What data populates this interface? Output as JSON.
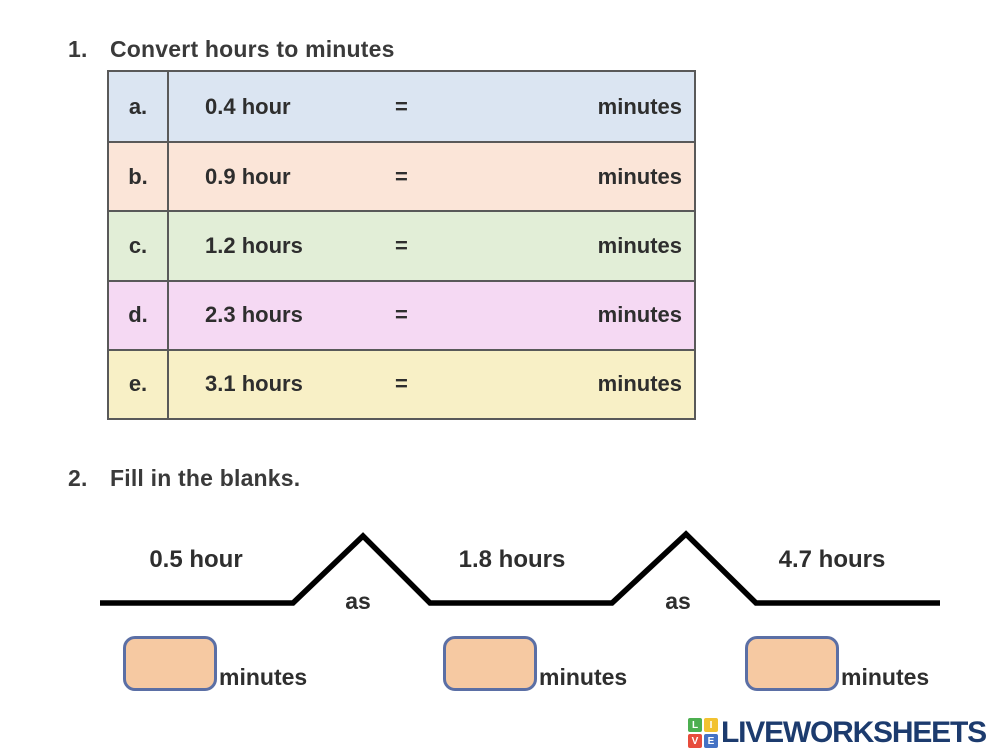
{
  "section1": {
    "number": "1.",
    "title": "Convert hours to minutes",
    "rows": [
      {
        "letter": "a.",
        "value": "0.4 hour",
        "equals": "=",
        "unit": "minutes",
        "bg": "#dbe5f2"
      },
      {
        "letter": "b.",
        "value": "0.9 hour",
        "equals": "=",
        "unit": "minutes",
        "bg": "#fbe5d8"
      },
      {
        "letter": "c.",
        "value": "1.2 hours",
        "equals": "=",
        "unit": "minutes",
        "bg": "#e2eed7"
      },
      {
        "letter": "d.",
        "value": "2.3 hours",
        "equals": "=",
        "unit": "minutes",
        "bg": "#f5d9f3"
      },
      {
        "letter": "e.",
        "value": "3.1 hours",
        "equals": "=",
        "unit": "minutes",
        "bg": "#f8f0c6"
      }
    ]
  },
  "section2": {
    "number": "2.",
    "title": "Fill in the blanks.",
    "connector_label": "as",
    "items": [
      {
        "label": "0.5 hour",
        "unit": "minutes",
        "value": ""
      },
      {
        "label": "1.8 hours",
        "unit": "minutes",
        "value": ""
      },
      {
        "label": "4.7 hours",
        "unit": "minutes",
        "value": ""
      }
    ]
  },
  "branding": {
    "logo_text": "LIVEWORKSHEETS",
    "logo_text_color": "#1c3b6e",
    "tiles": [
      {
        "letter": "L",
        "bg": "#4caf50"
      },
      {
        "letter": "I",
        "bg": "#f2c230"
      },
      {
        "letter": "V",
        "bg": "#e74c3c"
      },
      {
        "letter": "E",
        "bg": "#4472c4"
      }
    ]
  },
  "colors": {
    "table_border": "#595959",
    "answer_box_fill": "#f6c9a2",
    "answer_box_border": "#5b6fa5",
    "line_color": "#000000"
  }
}
